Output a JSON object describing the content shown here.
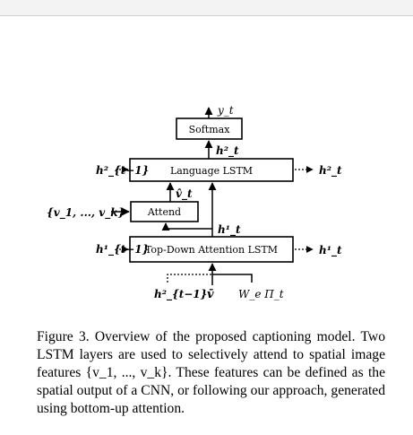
{
  "diagram": {
    "boxes": {
      "softmax": "Softmax",
      "language_lstm": "Language LSTM",
      "attend": "Attend",
      "topdown_lstm": "Top-Down Attention LSTM"
    },
    "labels": {
      "output": "y_t",
      "h2_t_above": "h²_t",
      "h2_prev": "h²_{t−1}",
      "h2_t_right": "h²_t",
      "v_hat": "v̂_t",
      "features": "{v_1, ..., v_k}",
      "h1_t_mid": "h¹_t",
      "h1_prev": "h¹_{t−1}",
      "h1_t_right": "h¹_t",
      "input_h2_prev": "h²_{t−1}",
      "input_vbar": "v̄",
      "input_word": "W_e Π_t"
    }
  },
  "caption": {
    "text": "Figure 3. Overview of the proposed captioning model. Two LSTM layers are used to selectively attend to spatial image features {v_1, ..., v_k}. These features can be defined as the spatial output of a CNN, or following our approach, generated using bottom-up attention."
  }
}
